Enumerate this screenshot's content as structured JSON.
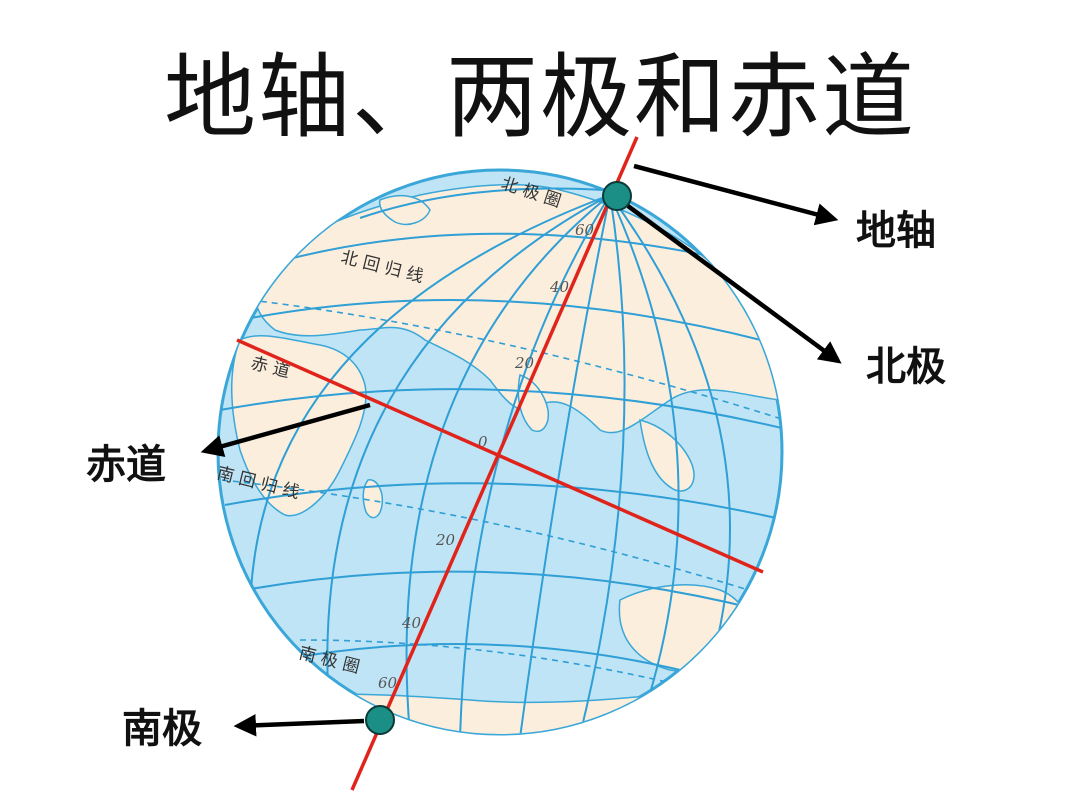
{
  "title": "地轴、两极和赤道",
  "callouts": {
    "axis": "地轴",
    "north_pole": "北极",
    "equator": "赤道",
    "south_pole": "南极"
  },
  "map_labels": {
    "arctic_circle": "北 极 圈",
    "tropic_cancer": "北 回 归 线",
    "equator": "赤 道",
    "tropic_capricorn": "南 回 归 线",
    "antarctic_circle": "南 极 圈"
  },
  "degree_labels": {
    "n60": "60",
    "n40": "40",
    "n20": "20",
    "zero": "0",
    "s20": "20",
    "s40": "40",
    "s60": "60"
  },
  "colors": {
    "globe_ocean": "#bfe4f5",
    "globe_edge": "#3aa7d8",
    "grid": "#2f9fd6",
    "land": "#fbeedd",
    "axis_line": "#e0241b",
    "pole_dot": "#1b8f86",
    "arrow": "#000000"
  }
}
